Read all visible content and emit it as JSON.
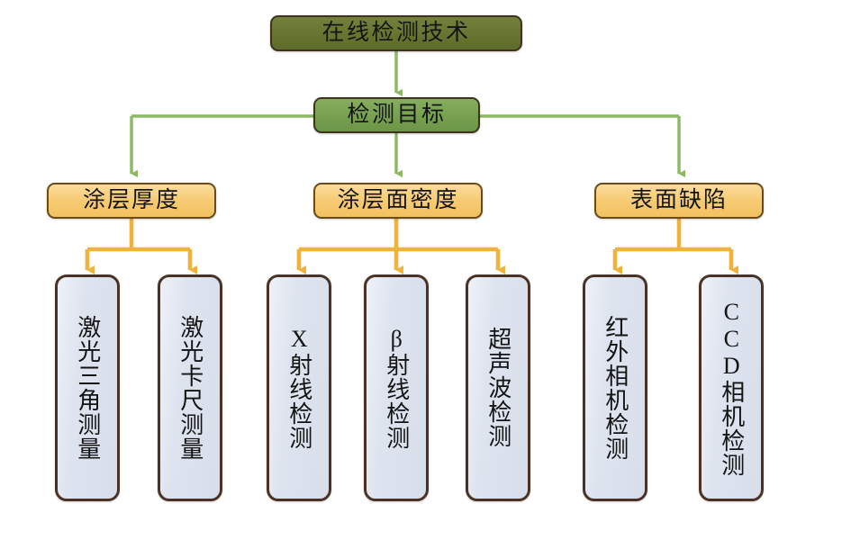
{
  "diagram": {
    "title": "在线检测技术",
    "type": "tree-hierarchy",
    "colors": {
      "root_fill": "#66752F",
      "target_fill": "#76A050",
      "category_fill": "#F2C25F",
      "method_fill": "#DCE3EE",
      "green_connector": "#8CB862",
      "orange_connector": "#EFB33D",
      "border_dark": "#3D2B1F"
    },
    "root": {
      "label": "在线检测技术"
    },
    "target": {
      "label": "检测目标"
    },
    "categories": [
      {
        "label": "涂层厚度",
        "methods": [
          {
            "label": "激光三角测量"
          },
          {
            "label": "激光卡尺测量"
          }
        ]
      },
      {
        "label": "涂层面密度",
        "methods": [
          {
            "label": "X射线检测"
          },
          {
            "label": "β射线检测"
          },
          {
            "label": "超声波检测"
          }
        ]
      },
      {
        "label": "表面缺陷",
        "methods": [
          {
            "label": "红外相机检测"
          },
          {
            "label": "CCD相机检测"
          }
        ]
      }
    ]
  }
}
